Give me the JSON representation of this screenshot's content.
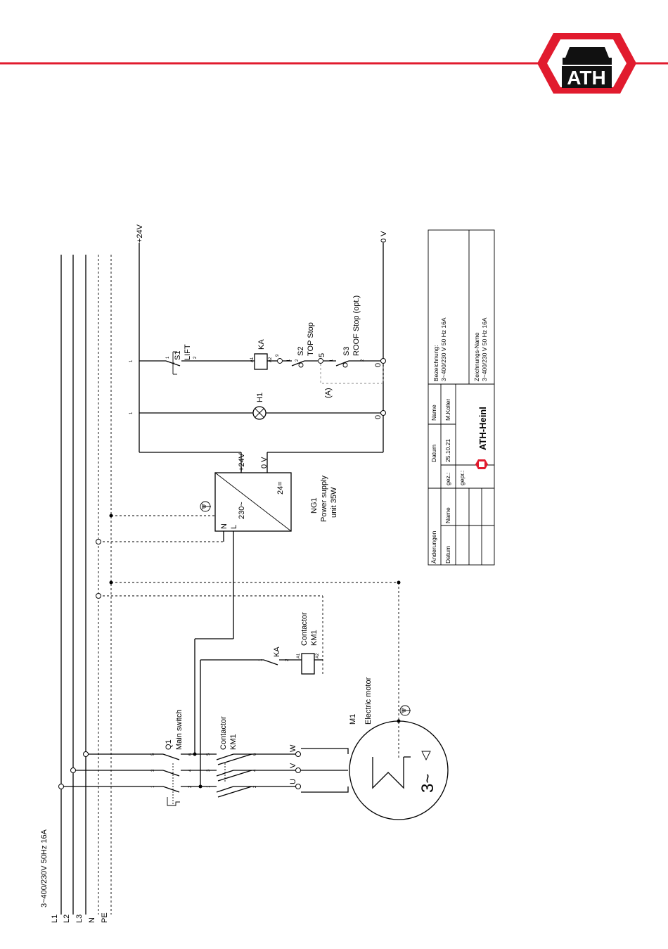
{
  "supply": {
    "label": "3~400/230V 50Hz 16A",
    "lines": [
      "L1",
      "L2",
      "L3",
      "N",
      "PE"
    ]
  },
  "rails": {
    "plus": "+24V",
    "zero": "0 V"
  },
  "s1": {
    "id": "S1",
    "name": "LIFT",
    "t1": "1",
    "t2": "2",
    "lead": "1"
  },
  "ka_coil": {
    "id": "KA",
    "a1": "A1",
    "a2": "A2",
    "nine": "9"
  },
  "s2": {
    "id": "S2",
    "name": "TOP Stop",
    "t1": "1",
    "t2": "2",
    "node": "5"
  },
  "s3": {
    "id": "S3",
    "name": "ROOF Stop (opt.)",
    "t1": "1",
    "t2": "2",
    "zero": "0",
    "opt": "(A)"
  },
  "h1": {
    "id": "H1",
    "lead": "1",
    "zero": "0"
  },
  "ng1": {
    "plus": "+24V",
    "zero": "0 V",
    "ac": "230~",
    "dc": "24=",
    "n": "N",
    "l": "L",
    "id": "NG1",
    "desc1": "Power supply",
    "desc2": "unit 35W"
  },
  "q1": {
    "id": "Q1",
    "name": "Main switch",
    "t": [
      "5",
      "3",
      "1",
      "6",
      "4",
      "2"
    ]
  },
  "km1": {
    "id": "KM1",
    "name": "Contactor",
    "t": [
      "5",
      "3",
      "1",
      "6",
      "4",
      "2"
    ],
    "coil_name": "Contactor",
    "a1": "A1",
    "a2": "A2"
  },
  "ka_contact": {
    "id": "KA",
    "t1": "1",
    "t2": "2"
  },
  "motor": {
    "id": "M1",
    "name": "Electric motor",
    "w": "W",
    "v": "V",
    "u": "U",
    "sym1": "3~",
    "sym2": "△"
  },
  "titleblock": {
    "aenderungen": "Änderungen",
    "datum_h": "Datum",
    "name_h": "Name",
    "datum_h2": "Datum",
    "name_h2": "Name",
    "gez": "gez.:",
    "gepr": "gepr.:",
    "date": "25.10.21",
    "author": "M.Koller",
    "bez_label": "Bezeichnung:",
    "bez_value": "3~400/230 V 50 Hz 16A",
    "zn_label": "Zeichnungs-Name",
    "zn_value": "3~400/230 V 50 Hz 16A",
    "company": "ATH-Heinl"
  },
  "logo": {
    "text": "ATH",
    "color": "#e11b2e"
  }
}
